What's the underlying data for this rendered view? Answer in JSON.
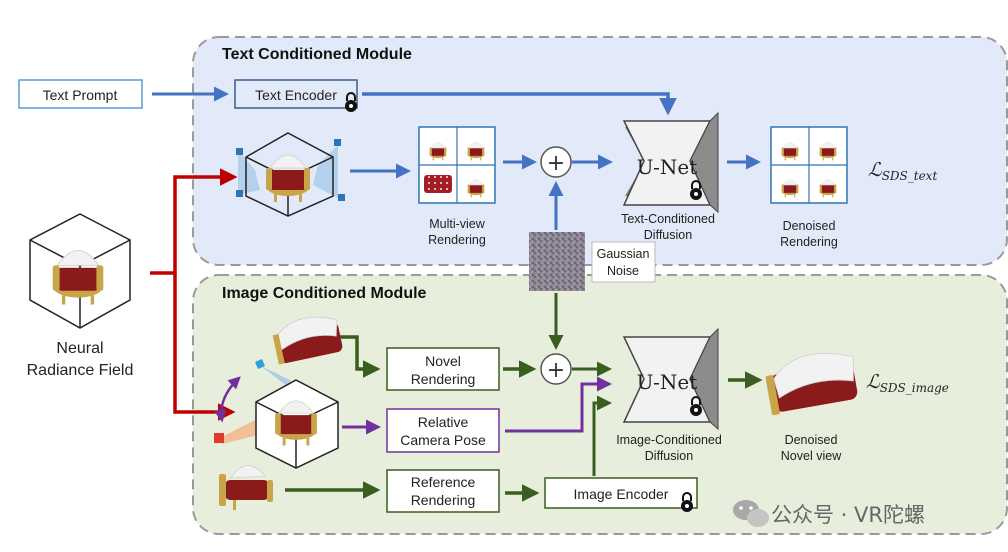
{
  "modules": {
    "text": {
      "title": "Text Conditioned Module",
      "fill": "#e2e9f8"
    },
    "image": {
      "title": "Image Conditioned Module",
      "fill": "#e7efdc"
    }
  },
  "text_module": {
    "prompt": "Text Prompt",
    "encoder": "Text Encoder",
    "multiview_line1": "Multi-view",
    "multiview_line2": "Rendering",
    "unet": "U-Net",
    "diffusion_line1": "Text-Conditioned",
    "diffusion_line2": "Diffusion",
    "denoised_line1": "Denoised",
    "denoised_line2": "Rendering",
    "loss_main": "ℒ",
    "loss_sub": "SDS_text"
  },
  "noise": {
    "line1": "Gaussian",
    "line2": "Noise"
  },
  "nerf": {
    "line1": "Neural",
    "line2": "Radiance Field"
  },
  "image_module": {
    "novel_line1": "Novel",
    "novel_line2": "Rendering",
    "pose_line1": "Relative",
    "pose_line2": "Camera Pose",
    "reference_line1": "Reference",
    "reference_line2": "Rendering",
    "encoder": "Image Encoder",
    "unet": "U-Net",
    "diffusion_line1": "Image-Conditioned",
    "diffusion_line2": "Diffusion",
    "denoised_line1": "Denoised",
    "denoised_line2": "Novel view",
    "loss_main": "ℒ",
    "loss_sub": "SDS_image"
  },
  "plus_symbol": "+",
  "watermark": {
    "text": "公众号 · VR陀螺",
    "icon": "wechat-icon"
  },
  "colors": {
    "blue_arrow": "#4472c4",
    "red_arrow": "#c00000",
    "green_arrow": "#3a5e1f",
    "purple_arrow": "#7030a0",
    "chair_red": "#8b1a1a",
    "chair_gold": "#c9a54a",
    "pillow": "#f2f2f2"
  },
  "icons": {
    "lock": "lock-icon",
    "camera": "camera-icon",
    "chair": "armchair-icon",
    "cube": "wireframe-cube-icon"
  }
}
